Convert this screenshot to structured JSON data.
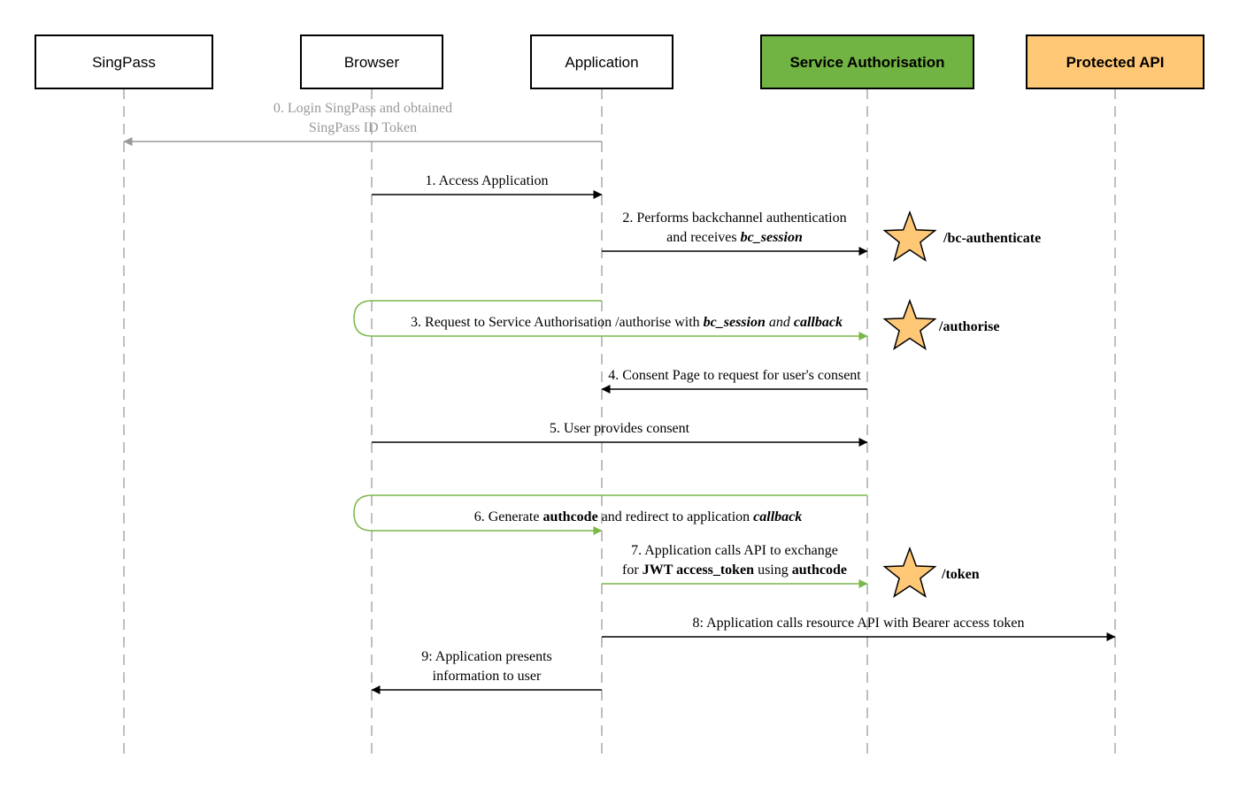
{
  "actors": [
    {
      "id": "singpass",
      "label": "SingPass",
      "fill": "#ffffff",
      "bold": false
    },
    {
      "id": "browser",
      "label": "Browser",
      "fill": "#ffffff",
      "bold": false
    },
    {
      "id": "application",
      "label": "Application",
      "fill": "#ffffff",
      "bold": false
    },
    {
      "id": "service-authorisation",
      "label": "Service Authorisation",
      "fill": "#72b443",
      "bold": true
    },
    {
      "id": "protected-api",
      "label": "Protected API",
      "fill": "#ffc876",
      "bold": true
    }
  ],
  "messages": [
    {
      "id": "m0",
      "from": "application",
      "to": "singpass",
      "style": "muted",
      "lines": [
        [
          {
            "t": "0. Login SingPass and obtained"
          }
        ],
        [
          {
            "t": "SingPass ID Token"
          }
        ]
      ]
    },
    {
      "id": "m1",
      "from": "browser",
      "to": "application",
      "style": "normal",
      "lines": [
        [
          {
            "t": "1. Access Application"
          }
        ]
      ]
    },
    {
      "id": "m2",
      "from": "application",
      "to": "service-authorisation",
      "style": "normal",
      "lines": [
        [
          {
            "t": "2. Performs backchannel authentication"
          }
        ],
        [
          {
            "t": "and receives "
          },
          {
            "t": "bc_session",
            "b": true,
            "i": true
          }
        ]
      ]
    },
    {
      "id": "m3",
      "from": "application",
      "to": "service-authorisation",
      "via": "browser",
      "style": "redirect",
      "lines": [
        [
          {
            "t": "3. Request to Service Authorisation /authorise with "
          },
          {
            "t": "bc_session",
            "b": true,
            "i": true
          },
          {
            "t": " and ",
            "i": true
          },
          {
            "t": "callback",
            "b": true,
            "i": true
          }
        ]
      ]
    },
    {
      "id": "m4",
      "from": "service-authorisation",
      "to": "application",
      "style": "normal",
      "lines": [
        [
          {
            "t": "4. Consent Page to request for user's consent"
          }
        ]
      ]
    },
    {
      "id": "m5",
      "from": "browser",
      "to": "service-authorisation",
      "style": "normal",
      "lines": [
        [
          {
            "t": "5. User provides consent"
          }
        ]
      ]
    },
    {
      "id": "m6",
      "from": "service-authorisation",
      "to": "application",
      "via": "browser",
      "style": "redirect",
      "lines": [
        [
          {
            "t": "6. Generate "
          },
          {
            "t": "authcode",
            "b": true
          },
          {
            "t": " and redirect to application "
          },
          {
            "t": "callback",
            "b": true,
            "i": true
          }
        ]
      ]
    },
    {
      "id": "m7",
      "from": "application",
      "to": "service-authorisation",
      "style": "green",
      "lines": [
        [
          {
            "t": "7. Application calls API to exchange"
          }
        ],
        [
          {
            "t": "for "
          },
          {
            "t": "JWT access_token",
            "b": true
          },
          {
            "t": " using "
          },
          {
            "t": "authcode",
            "b": true
          }
        ]
      ]
    },
    {
      "id": "m8",
      "from": "application",
      "to": "protected-api",
      "style": "normal",
      "lines": [
        [
          {
            "t": "8: Application calls resource API with Bearer access token"
          }
        ]
      ]
    },
    {
      "id": "m9",
      "from": "application",
      "to": "browser",
      "style": "normal",
      "lines": [
        [
          {
            "t": "9: Application presents"
          }
        ],
        [
          {
            "t": "information to user"
          }
        ]
      ]
    }
  ],
  "endpoints": [
    {
      "id": "ep-bc-authenticate",
      "label": "/bc-authenticate",
      "message": "m2"
    },
    {
      "id": "ep-authorise",
      "label": "/authorise",
      "message": "m3"
    },
    {
      "id": "ep-token",
      "label": "/token",
      "message": "m7"
    }
  ],
  "colors": {
    "line": "#000000",
    "lifeline": "#aaaaaa",
    "muted": "#999999",
    "redirect": "#7ab648",
    "star_fill": "#ffc876",
    "star_stroke": "#000000"
  }
}
